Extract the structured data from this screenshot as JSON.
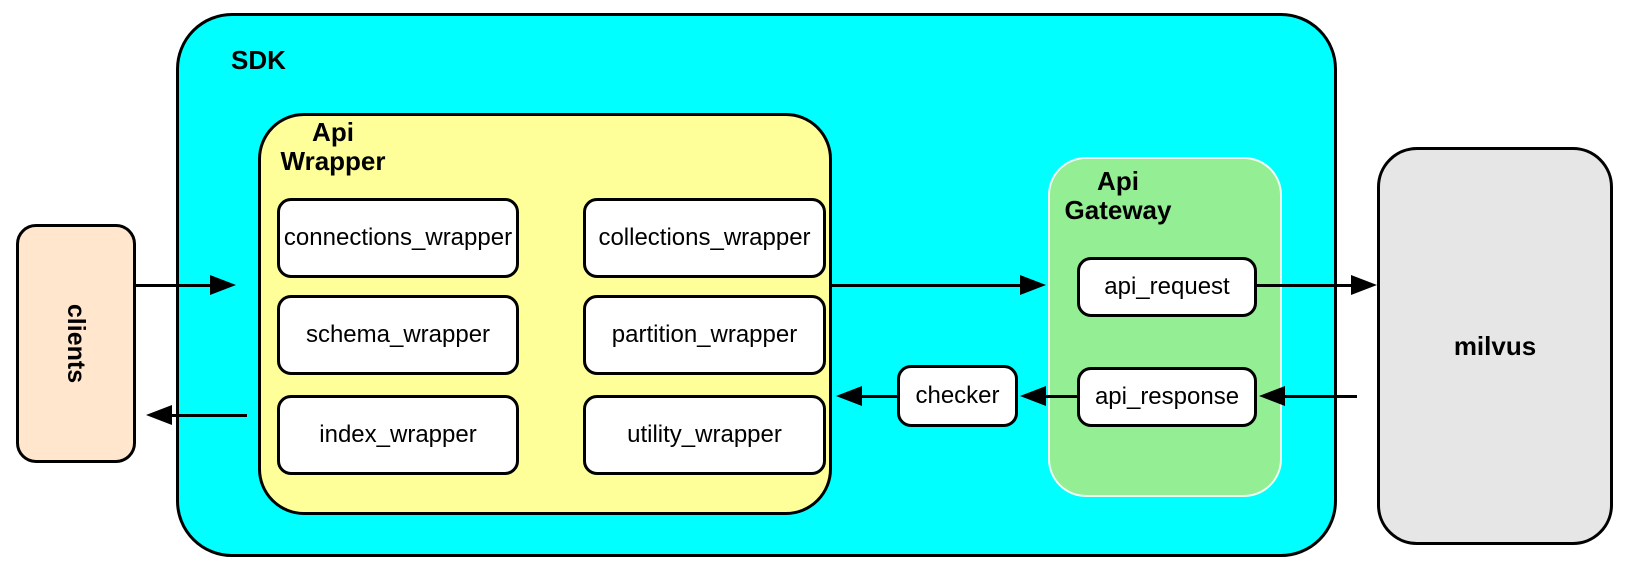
{
  "diagram": {
    "nodes": {
      "clients": {
        "label": "clients"
      },
      "sdk": {
        "label": "SDK"
      },
      "api_wrapper": {
        "line1": "Api",
        "line2": "Wrapper"
      },
      "wrapper_modules": [
        {
          "label": "connections_wrapper"
        },
        {
          "label": "collections_wrapper"
        },
        {
          "label": "schema_wrapper"
        },
        {
          "label": "partition_wrapper"
        },
        {
          "label": "index_wrapper"
        },
        {
          "label": "utility_wrapper"
        }
      ],
      "checker": {
        "label": "checker"
      },
      "api_gateway": {
        "line1": "Api",
        "line2": "Gateway"
      },
      "api_request": {
        "label": "api_request"
      },
      "api_response": {
        "label": "api_response"
      },
      "milvus": {
        "label": "milvus"
      }
    },
    "flows": [
      {
        "from": "clients",
        "to": "sdk"
      },
      {
        "from": "api_wrapper",
        "to": "api_gateway"
      },
      {
        "from": "api_request",
        "to": "milvus"
      },
      {
        "from": "milvus",
        "to": "api_response"
      },
      {
        "from": "api_response",
        "to": "checker"
      },
      {
        "from": "checker",
        "to": "api_wrapper"
      },
      {
        "from": "sdk",
        "to": "clients"
      }
    ],
    "colors": {
      "sdk_fill": "#00FFFF",
      "api_wrapper_fill": "#FFFF99",
      "api_gateway_fill": "#94EE94",
      "clients_fill": "#FFE6CC",
      "milvus_fill": "#E6E6E6",
      "module_fill": "#FFFFFF",
      "line": "#000000"
    }
  }
}
